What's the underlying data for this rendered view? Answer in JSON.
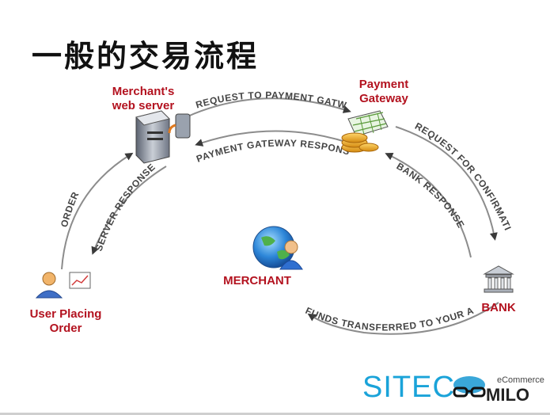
{
  "title": "一般的交易流程",
  "nodes": {
    "merchant_server": [
      "Merchant's",
      "web server"
    ],
    "payment_gateway": [
      "Payment",
      "Gateway"
    ],
    "user": [
      "User Placing",
      "Order"
    ],
    "merchant": "MERCHANT",
    "bank": "BANK"
  },
  "flows": {
    "request_to_gateway": "REQUEST TO PAYMENT GATWAY",
    "gateway_response": "PAYMENT GATEWAY RESPONSE",
    "request_confirmation": "REQUEST FOR CONFIRMATION",
    "bank_response": "BANK RESPONSE",
    "order": "ORDER",
    "server_response": "SERVER RESPONSE",
    "funds_transferred": "FUNDS TRANSFERRED TO YOUR A/C"
  },
  "logos": {
    "sitec": "SITEC",
    "milo_small": "eCommerce",
    "milo_big": "MILO"
  },
  "colors": {
    "label_red": "#b3121f",
    "arrow_gray": "#8c8c8c",
    "sitec_blue": "#1aa3d9"
  },
  "icons": [
    "server-icon",
    "coins-icon",
    "spreadsheet-icon",
    "user-icon",
    "chart-icon",
    "globe-user-icon",
    "bank-icon"
  ]
}
